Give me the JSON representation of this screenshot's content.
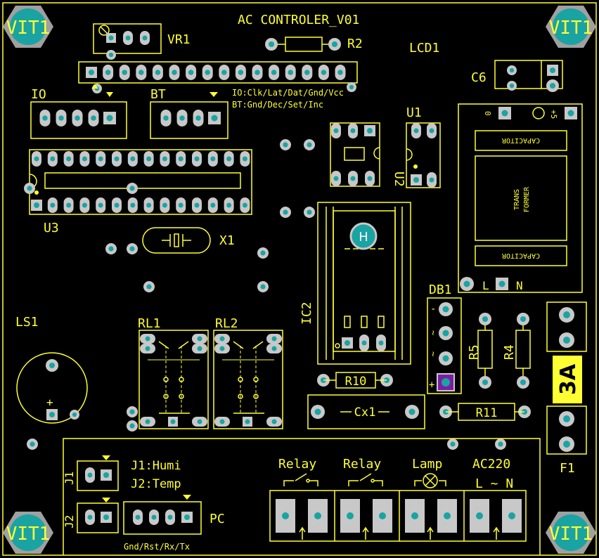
{
  "colors": {
    "background": "#000000",
    "silkscreen": "#ffff33",
    "pad_ring": "#c8c8c8",
    "pad_hole": "#1aa3a3",
    "pad_marker": "#7a1fa2",
    "mount_hole": "#a0a0a0"
  },
  "title": "AC CONTROLER_V01",
  "mount_label": "VIT1",
  "refdes": {
    "vr1": "VR1",
    "r2": "R2",
    "lcd1": "LCD1",
    "c6": "C6",
    "io": "IO",
    "bt": "BT",
    "u1": "U1",
    "u2": "U2",
    "u3": "U3",
    "x1": "X1",
    "ic2": "IC2",
    "db1": "DB1",
    "ls1": "LS1",
    "rl1": "RL1",
    "rl2": "RL2",
    "r5": "R5",
    "r4": "R4",
    "r10": "R10",
    "r11": "R11",
    "cx1": "Cx1",
    "f1": "F1",
    "j1": "J1",
    "j2": "J2",
    "pc": "PC"
  },
  "notes": {
    "io_pins": "IO:Clk/Lat/Dat/Gnd/Vcc",
    "bt_pins": "BT:Gnd/Dec/Set/Inc",
    "j1_desc": "J1:Humi",
    "j2_desc": "J2:Temp",
    "pc_pins": "Gnd/Rst/Rx/Tx"
  },
  "transformer": {
    "capacitor_top": "CAPACITOR",
    "capacitor_bottom": "CAPACITOR",
    "core_line1": "TRANS",
    "core_line2": "FORMER",
    "input_l": "L",
    "input_n": "N",
    "out_0": "0",
    "out_5": "+5"
  },
  "heatsink_mark": "H",
  "fuse_rating": "3A",
  "db1_marks": {
    "minus": "-",
    "plus": "+"
  },
  "ls1_plus": "+",
  "terminals": {
    "relay1": "Relay",
    "relay2": "Relay",
    "lamp": "Lamp",
    "ac": "AC220",
    "ac_sub": "L ~ N"
  }
}
